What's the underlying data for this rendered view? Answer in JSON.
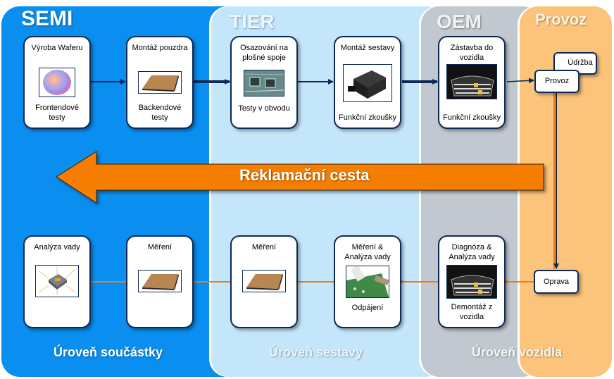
{
  "lanes": {
    "semi": "SEMI",
    "tier": "TIER",
    "oem": "OEM",
    "provoz": "Provoz"
  },
  "colors": {
    "semi": "#0a8ef0",
    "tier": "#c4e6fb",
    "oem": "#c1c8cf",
    "provoz": "#fcc47a",
    "box_border": "#0d2a57",
    "forward_arrow": "#0d2a57",
    "return_arrow": "#f07d0a",
    "big_arrow": "#f57e06"
  },
  "top_row": [
    {
      "title": "Výroba Waferu",
      "image": "wafer-icon",
      "test": "Frontendové testy"
    },
    {
      "title": "Montáž pouzdra",
      "image": "chip-package-icon",
      "test": "Backendové testy"
    },
    {
      "title": "Osazování na plošné spoje",
      "image": "pcb-icon",
      "test": "Testy v obvodu"
    },
    {
      "title": "Montáž sestavy",
      "image": "module-housing-icon",
      "test": "Funkční zkoušky"
    },
    {
      "title": "Zástavba do vozidla",
      "image": "car-grille-icon",
      "test": "Funkční zkoušky"
    }
  ],
  "provoz_boxes": {
    "udrzba": "Údržba",
    "provoz": "Provoz",
    "oprava": "Oprava"
  },
  "return_path_label": "Reklamační cesta",
  "bottom_row": [
    {
      "title": "Analýza vady",
      "image": "cpu-chip-icon",
      "note": ""
    },
    {
      "title": "Měření",
      "image": "chip-package-icon",
      "note": ""
    },
    {
      "title": "Měření",
      "image": "chip-package-icon",
      "note": ""
    },
    {
      "title": "Měření & Analýza vady",
      "image": "soldering-icon",
      "note": "Odpájení"
    },
    {
      "title": "Diagnóza & Analýza vady",
      "image": "car-grille-icon",
      "note": "Demontáž z vozidla"
    }
  ],
  "levels": {
    "component": "Úroveň součástky",
    "assembly": "Úroveň sestavy",
    "vehicle": "Úroveň vozidla"
  }
}
